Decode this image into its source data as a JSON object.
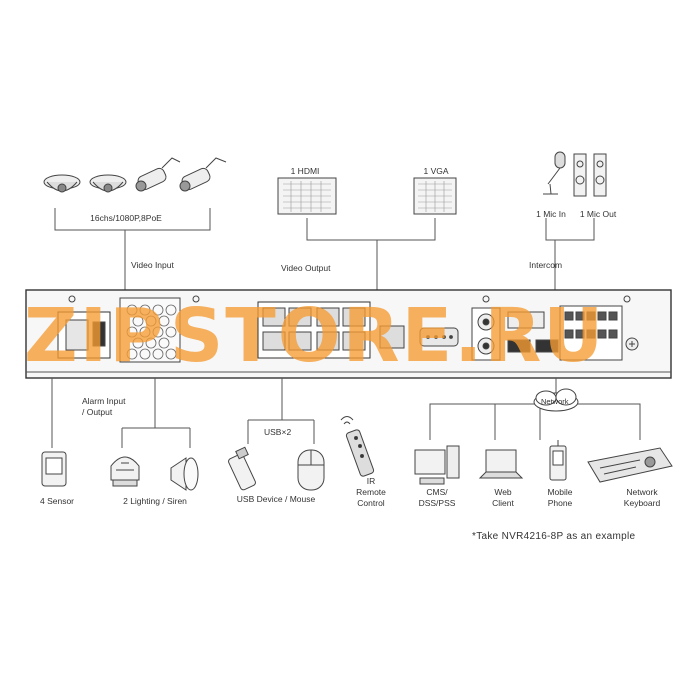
{
  "labels": {
    "camera_group": "16chs/1080P,8PoE",
    "video_input": "Video Input",
    "hdmi": "1 HDMI",
    "vga": "1 VGA",
    "video_output": "Video Output",
    "mic_in": "1 Mic In",
    "mic_out": "1 Mic Out",
    "intercom": "Intercom",
    "alarm_line1": "Alarm Input",
    "alarm_line2": "/ Output",
    "usb_count": "USB×2",
    "network": "Network",
    "sensor": "4 Sensor",
    "lighting": "2 Lighting / Siren",
    "usb_devices": "USB Device / Mouse",
    "ir_line1": "IR",
    "ir_line2": "Remote",
    "ir_line3": "Control",
    "cms_line1": "CMS/",
    "cms_line2": "DSS/PSS",
    "web_line1": "Web",
    "web_line2": "Client",
    "mobile_line1": "Mobile",
    "mobile_line2": "Phone",
    "keyboard_line1": "Network",
    "keyboard_line2": "Keyboard",
    "footnote": "*Take NVR4216-8P as an example"
  },
  "watermark": {
    "left": "ZIP",
    "right": "STORE.RU",
    "color": "#f59b32"
  },
  "colors": {
    "line": "#555555",
    "device_outline": "#333333"
  }
}
